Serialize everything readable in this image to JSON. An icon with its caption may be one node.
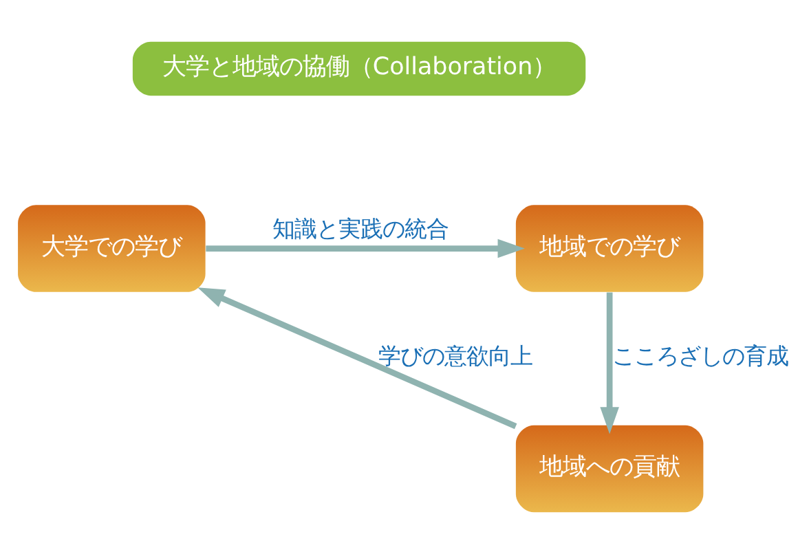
{
  "diagram": {
    "nodes": [
      {
        "text": [
          "大学と地域の協働（Collaboration）"
        ]
      },
      {
        "text": [
          "大学での学び"
        ]
      },
      {
        "text": [
          "地域での学び"
        ]
      },
      {
        "text": [
          "地域への貢献"
        ]
      }
    ],
    "edges": [
      {
        "from": 1,
        "to": 2,
        "arrow": "to",
        "label": "知識と実践の統合"
      },
      {
        "from": 2,
        "to": 3,
        "arrow": "to",
        "label": "こころざしの育成"
      },
      {
        "from": 3,
        "to": 1,
        "arrow": "to",
        "label": "学びの意欲向上"
      }
    ]
  }
}
